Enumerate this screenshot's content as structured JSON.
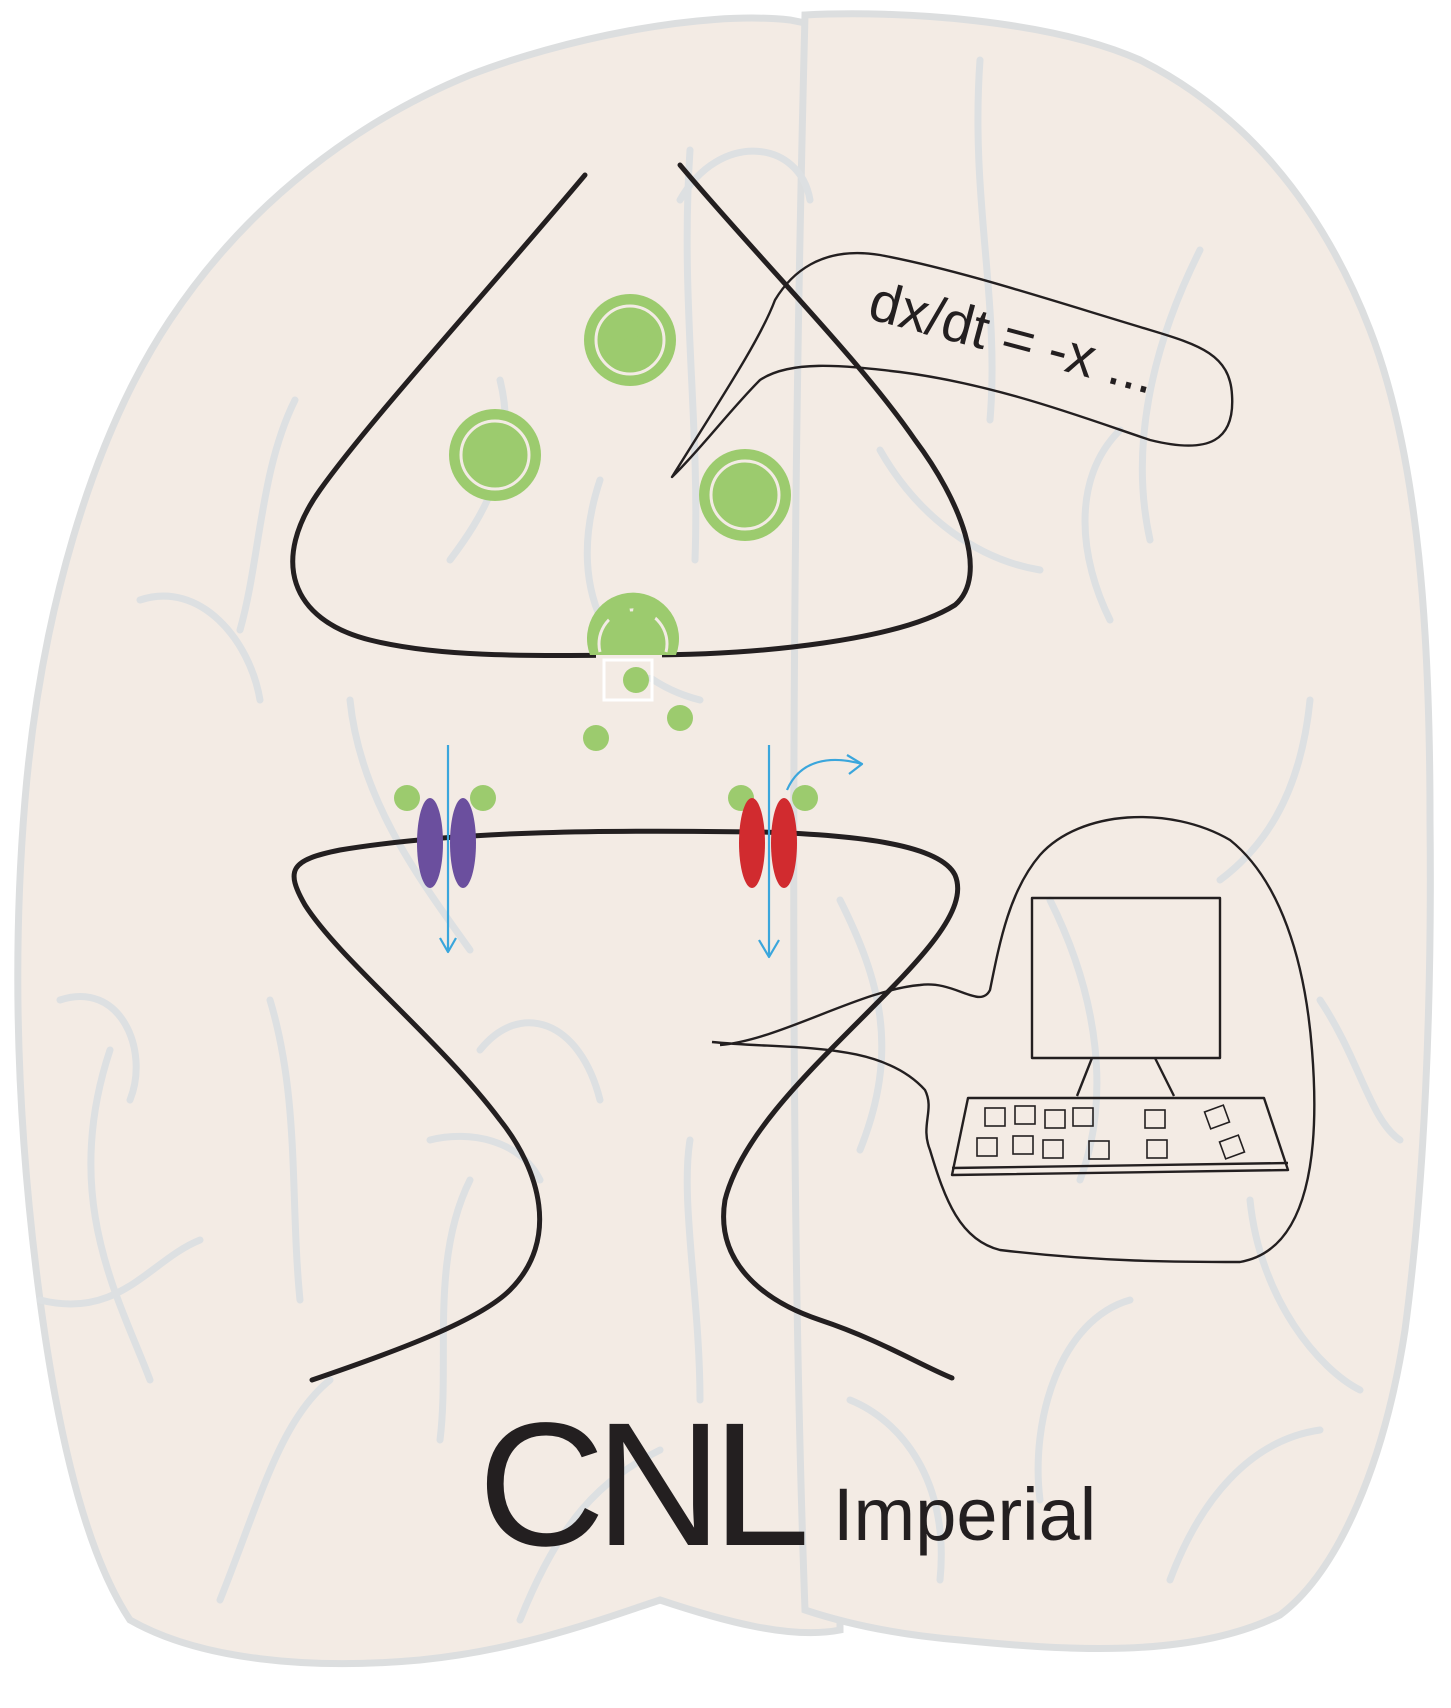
{
  "logo": {
    "main": "CNL",
    "sub": "Imperial"
  },
  "equation": "dx/dt = -x ...",
  "colors": {
    "brain_fill": "#f3ebe4",
    "brain_lines": "#dcdedf",
    "neuron_outline": "#231f20",
    "neurotransmitter": "#9ccb6e",
    "receptor_left": "#6b4f9e",
    "receptor_right": "#d12b2f",
    "ion_flow": "#3aa6dc"
  },
  "icons": [
    "brain-icon",
    "neuron-icon",
    "synaptic-vesicle-icon",
    "receptor-icon",
    "computer-icon",
    "thought-bubble-icon"
  ]
}
